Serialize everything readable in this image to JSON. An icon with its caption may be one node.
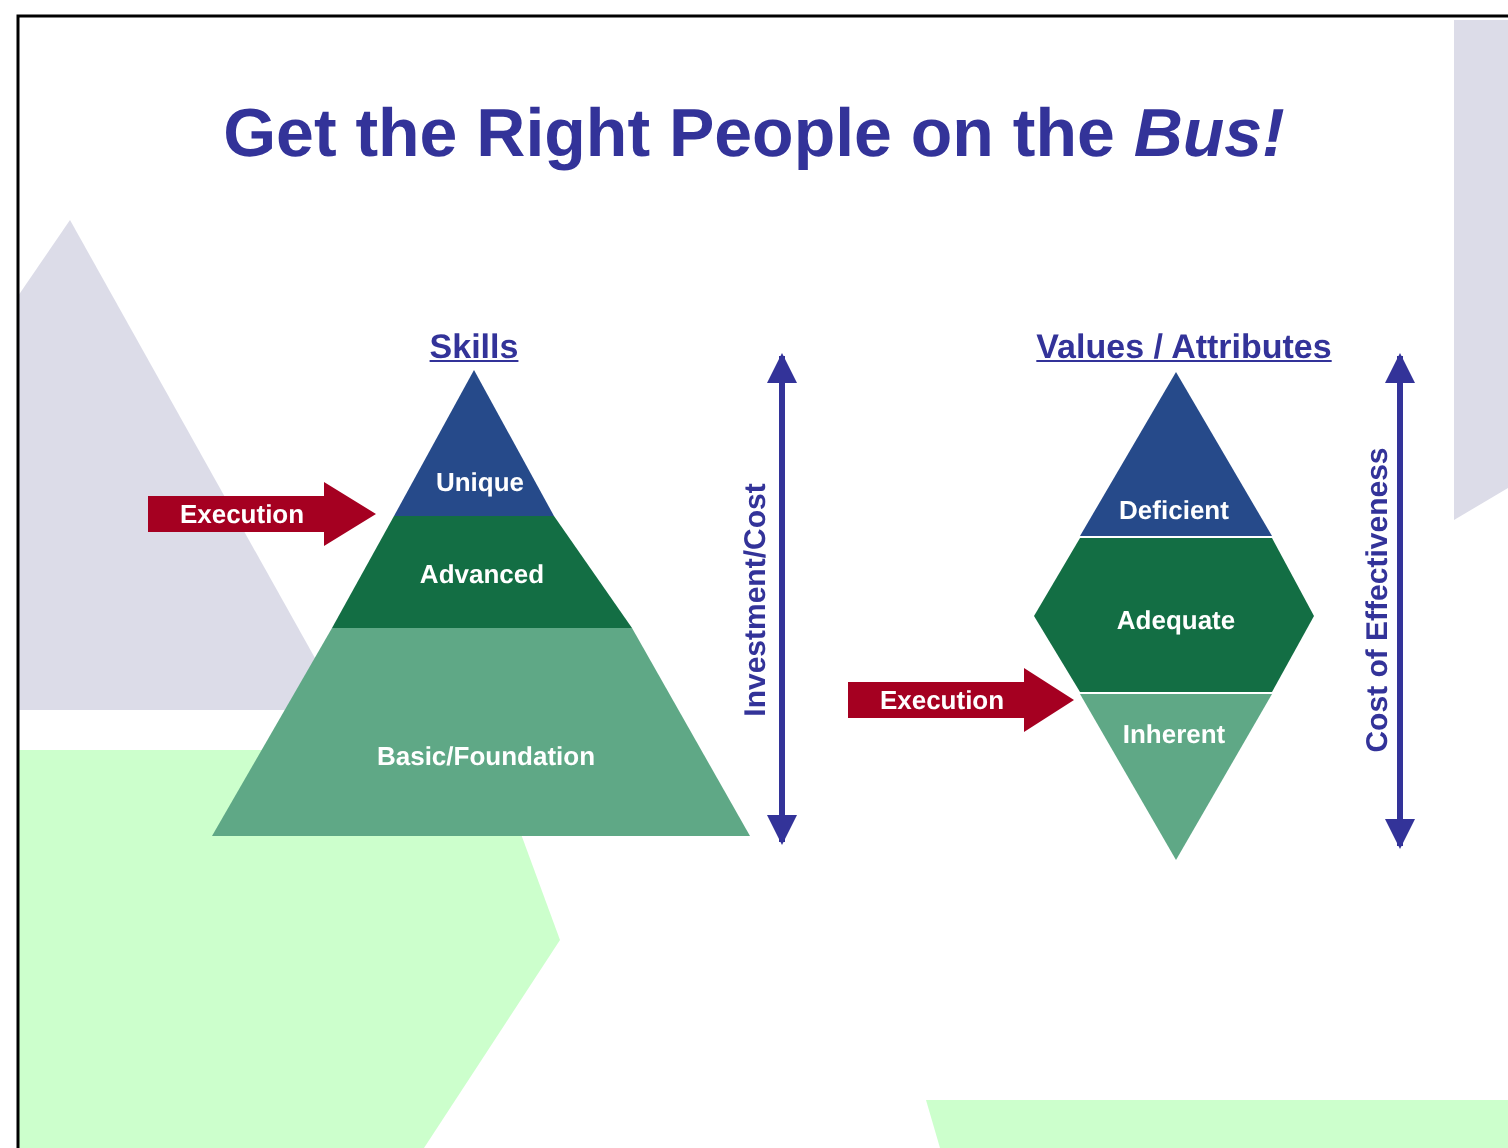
{
  "diagram": {
    "title": "Get the Right People on the *Bus!*",
    "nodes": [
      {
        "text": [
          "Unique"
        ]
      },
      {
        "text": [
          "Advanced"
        ]
      },
      {
        "text": [
          "Basic/Foundation"
        ]
      },
      {
        "text": [
          "Execution"
        ]
      },
      {
        "text": [
          "Deficient"
        ]
      },
      {
        "text": [
          "Adequate"
        ]
      },
      {
        "text": [
          "Inherent"
        ]
      },
      {
        "text": [
          "Execution"
        ]
      }
    ],
    "labels": [
      "Skills",
      "Investment/Cost",
      "Values / Attributes",
      "Cost of Effectiveness"
    ]
  }
}
